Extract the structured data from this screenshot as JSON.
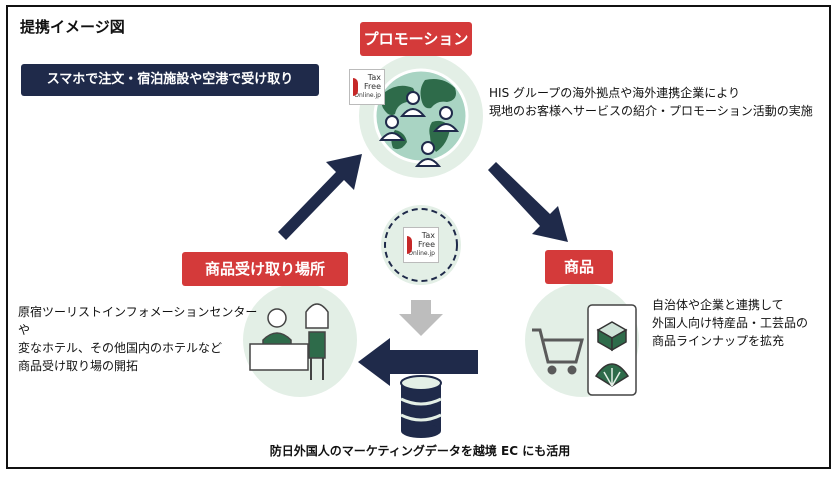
{
  "title": "提携イメージ図",
  "banner": "スマホで注文・宿泊施設や空港で受け取り",
  "nodes": {
    "promotion": {
      "label": "プロモーション",
      "desc_line1": "HIS グループの海外拠点や海外連携企業により",
      "desc_line2": "現地のお客様へサービスの紹介・プロモーション活動の実施"
    },
    "goods": {
      "label": "商品",
      "desc_line1": "自治体や企業と連携して",
      "desc_line2": "外国人向け特産品・工芸品の",
      "desc_line3": "商品ラインナップを拡充"
    },
    "pickup": {
      "label": "商品受け取り場所",
      "desc_line1": "原宿ツーリストインフォメーションセンターや",
      "desc_line2": "変なホテル、その他国内のホテルなど",
      "desc_line3": "商品受け取り場の開拓"
    }
  },
  "logo": {
    "line1": "Tax",
    "line2": "Free",
    "line3": "Online.jp"
  },
  "footer": "防日外国人のマーケティングデータを越境 EC にも活用",
  "icons": [
    "globe-icon",
    "people-icon",
    "shopping-cart-icon",
    "gift-box-icon",
    "fan-icon",
    "reception-desk-icon",
    "database-icon",
    "arrow-icon"
  ],
  "colors": {
    "navy": "#1f2a4a",
    "red": "#d43a3a",
    "circle": "#e3efe6",
    "ocean": "#a9d4c3",
    "land": "#2e6b4a"
  }
}
